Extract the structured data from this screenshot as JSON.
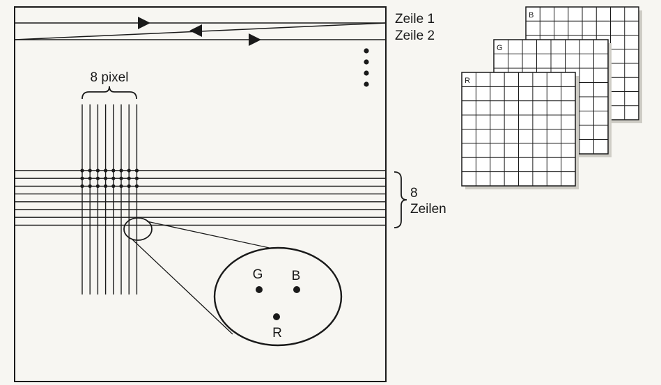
{
  "labels": {
    "row1": "Zeile 1",
    "row2": "Zeile 2",
    "pixel_brace": "8 pixel",
    "rows_count": "8",
    "rows_word": "Zeilen",
    "dot_g": "G",
    "dot_b": "B",
    "dot_r": "R"
  },
  "planes": [
    {
      "channel": "B"
    },
    {
      "channel": "G"
    },
    {
      "channel": "R"
    }
  ],
  "grid": {
    "pixels": 8,
    "rows": 8,
    "plane_cells": 8
  },
  "colors": {
    "ink": "#1a1a1a",
    "paper": "#f7f6f2",
    "plane_fill": "#ffffff",
    "shadow": "#cfcdc6"
  }
}
